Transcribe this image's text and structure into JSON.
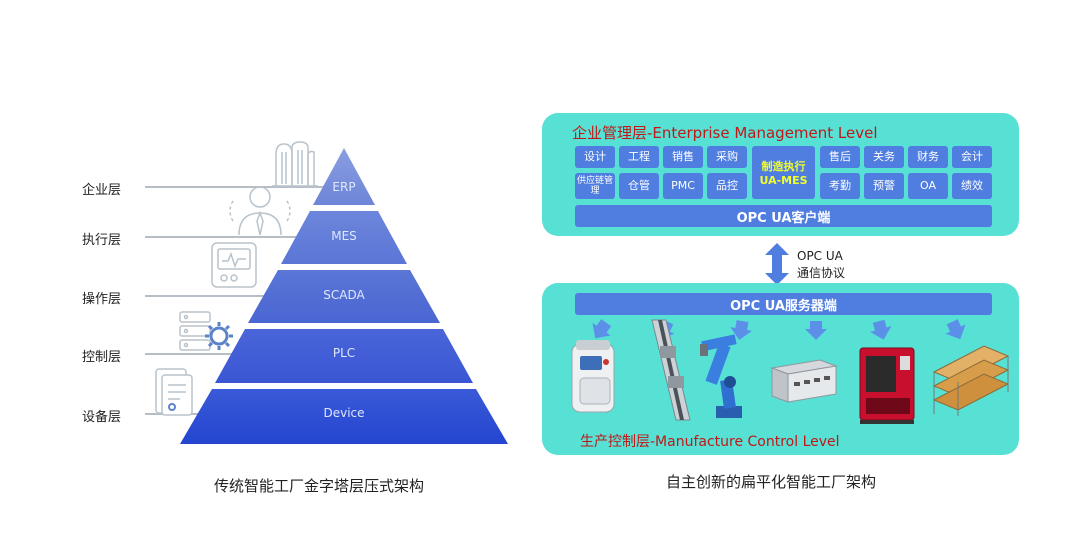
{
  "left": {
    "layers": [
      "企业层",
      "执行层",
      "操作层",
      "控制层",
      "设备层"
    ],
    "pyramid": [
      "ERP",
      "MES",
      "SCADA",
      "PLC",
      "Device"
    ],
    "caption": "传统智能工厂金字塔层压式架构"
  },
  "right": {
    "enterprise_title": "企业管理层-Enterprise Management Level",
    "modules_left": [
      "设计",
      "工程",
      "销售",
      "采购",
      "供应链管理",
      "仓管",
      "PMC",
      "品控"
    ],
    "mes_label": "制造执行UA-MES",
    "modules_right": [
      "售后",
      "关务",
      "财务",
      "会计",
      "考勤",
      "预警",
      "OA",
      "绩效"
    ],
    "client_bar": "OPC UA客户端",
    "comm_line1": "OPC UA",
    "comm_line2": "通信协议",
    "server_bar": "OPC UA服务器端",
    "manufacture_title": "生产控制层-Manufacture Control Level",
    "caption": "自主创新的扁平化智能工厂架构"
  },
  "colors": {
    "panel": "#57e0d4",
    "module": "#4f7de0",
    "mes_text": "#f2ff2a",
    "title_red": "#c01818"
  },
  "icons": [
    "building-icon",
    "person-icon",
    "monitor-icon",
    "server-gear-icon",
    "document-icon",
    "down-arrow-icon",
    "double-arrow-icon",
    "machine-icon",
    "conveyor-icon",
    "robot-arm-icon",
    "industrial-pc-icon",
    "cnc-machine-icon",
    "warehouse-rack-icon"
  ]
}
